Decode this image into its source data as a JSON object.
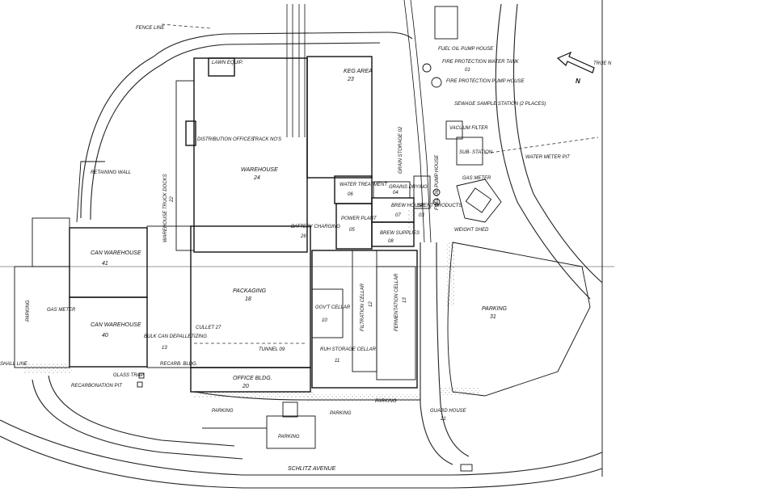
{
  "north_arrow": {
    "label": "TRUE N",
    "glyph": "N"
  },
  "labels": {
    "fence_line": "FENCE LINE",
    "lawn_equip": "LAWN EQUIP.",
    "keg_area": "KEG AREA",
    "keg_area_num": "23",
    "fuel_oil_pump": "FUEL OIL PUMP HOUSE",
    "fire_tank": "FIRE PROTECTION WATER TANK",
    "fire_tank_num": "01",
    "fire_pump": "FIRE PROTECTION PUMP HOUSE",
    "sewage": "SEWAGE SAMPLE STATION (2 PLACES)",
    "vacuum_filter": "VACUUM FILTER",
    "substation": "SUB- STATION",
    "water_meter_pit": "WATER METER PIT",
    "gas_meter_right": "GAS METER",
    "distribution": "DISTRIBUTION OFFICES",
    "track": "TRACK NO'S",
    "warehouse": "WAREHOUSE",
    "warehouse_num": "24",
    "warehouse_truck_docks": "WAREHOUSE TRUCK DOCKS",
    "warehouse_truck_docks_num": "22",
    "retaining_wall": "RETAINING WALL",
    "grain_storage": "GRAIN STORAGE 02",
    "water_treatment": "WATER TREATMENT",
    "water_treatment_num": "06",
    "grains_drying": "GRAINS DRYING",
    "grains_drying_num": "04",
    "fuel_oil_house": "FUEL OIL PUMP HOUSE",
    "spent_products": "SPENT PRODUCTS",
    "spent_products_num": "03",
    "power_plant": "POWER PLANT",
    "power_plant_num": "05",
    "brew_house": "BREW HOUSE",
    "brew_house_num": "07",
    "brew_supplies": "BREW SUPPLIES",
    "brew_supplies_num": "08",
    "battery_charging": "BATTERY CHARGING",
    "battery_charging_num": "26",
    "weight_shed": "WEIGHT SHED",
    "can_warehouse_41": "CAN WAREHOUSE",
    "can_warehouse_41_num": "41",
    "can_warehouse_40": "CAN WAREHOUSE",
    "can_warehouse_40_num": "40",
    "parking_left": "PARKING",
    "gas_meter_left": "GAS METER",
    "shall_line": "SHALL LINE",
    "packaging": "PACKAGING",
    "packaging_num": "18",
    "govt_cellar": "GOV'T CELLAR",
    "govt_cellar_num": "10",
    "filtration_cellar": "FILTRATION CELLAR",
    "filtration_cellar_num": "12",
    "fermentation_cellar": "FERMENTATION CELLAR",
    "fermentation_cellar_num": "13",
    "parking_31": "PARKING",
    "parking_31_num": "31",
    "cullet": "CULLET 27",
    "bulk_can": "BULK CAN DEPALLETIZING",
    "bulk_can_num": "13",
    "tunnel": "TUNNEL 09",
    "run_storage": "RUH STORAGE CELLAR",
    "run_storage_num": "11",
    "glass_trap": "GLASS TRAP",
    "recarb_bldg": "RECARB. BLDG.",
    "office_bldg": "OFFICE BLDG.",
    "office_bldg_num": "20",
    "recarbonation_pit": "RECARBONATION PIT",
    "parking_a": "PARKING",
    "parking_b": "PARKING",
    "parking_c": "PARKING",
    "parking_d": "PARKING",
    "guard_house": "GUARD HOUSE",
    "guard_house_num": "21",
    "schlitz_ave": "SCHLITZ AVENUE"
  }
}
